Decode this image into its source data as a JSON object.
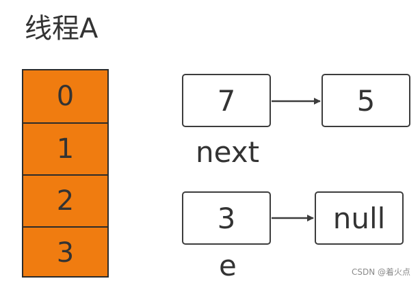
{
  "title": "线程A",
  "array": {
    "cells": [
      "0",
      "1",
      "2",
      "3"
    ],
    "fill_color": "#f07c10"
  },
  "lists": {
    "top": {
      "node1": "7",
      "node2": "5",
      "label": "next"
    },
    "bottom": {
      "node1": "3",
      "node2": "null",
      "label": "e"
    }
  },
  "watermark": "CSDN @着火点"
}
